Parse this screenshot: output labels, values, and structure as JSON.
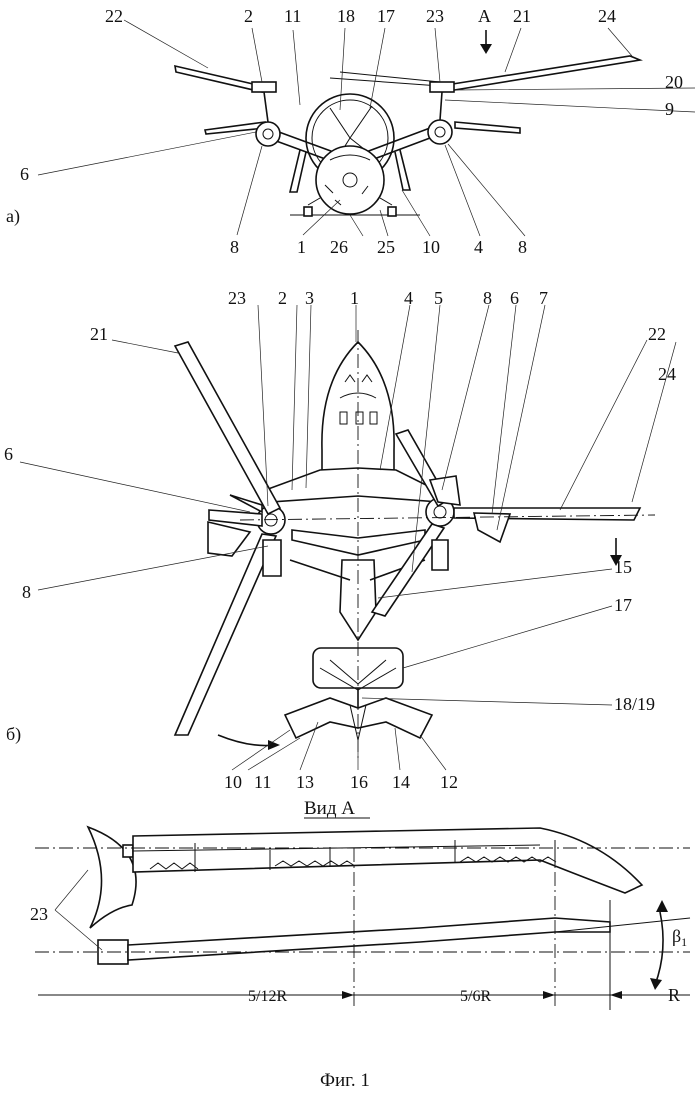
{
  "figure": {
    "caption": "Фиг. 1",
    "view_a_title": "Вид А",
    "subfig_a_label": "а)",
    "subfig_b_label": "б)",
    "view_arrow_label": "А"
  },
  "subfig_a": {
    "callouts": [
      "22",
      "2",
      "11",
      "18",
      "17",
      "23",
      "21",
      "24",
      "20",
      "9",
      "6",
      "8",
      "1",
      "26",
      "25",
      "10",
      "4",
      "8"
    ]
  },
  "subfig_b": {
    "callouts": [
      "23",
      "2",
      "3",
      "1",
      "4",
      "5",
      "8",
      "6",
      "7",
      "21",
      "22",
      "24",
      "6",
      "8",
      "15",
      "17",
      "18/19",
      "10",
      "11",
      "13",
      "16",
      "14",
      "12"
    ]
  },
  "view_a": {
    "callouts": [
      "23"
    ],
    "dimensions": [
      "5/12R",
      "5/6R",
      "R"
    ],
    "angle_label": "β",
    "angle_subscript": "1"
  }
}
